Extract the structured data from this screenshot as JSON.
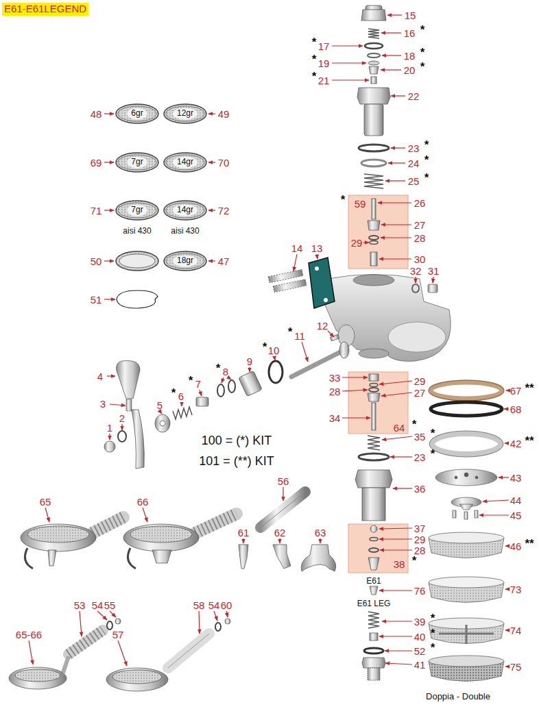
{
  "diagram": {
    "title": "E61-E61LEGEND",
    "nodes": [
      {
        "text": [
          "6gr"
        ]
      },
      {
        "text": [
          "12gr"
        ]
      },
      {
        "text": [
          "7gr"
        ]
      },
      {
        "text": [
          "14gr"
        ]
      },
      {
        "text": [
          "7gr"
        ]
      },
      {
        "text": [
          "14gr"
        ]
      },
      {
        "text": [
          "18gr"
        ]
      }
    ],
    "labels": [
      "15",
      "16",
      "*",
      "*",
      "17",
      "18",
      "*",
      "*",
      "19",
      "20",
      "*",
      "*",
      "21",
      "22",
      "48",
      "49",
      "23",
      "*",
      "69",
      "70",
      "24",
      "*",
      "25",
      "*",
      "*",
      "59",
      "26",
      "71",
      "72",
      "27",
      "aisi 430",
      "aisi 430",
      "28",
      "29",
      "14",
      "13",
      "30",
      "50",
      "47",
      "32",
      "31",
      "51",
      "12",
      "*",
      "11",
      "*",
      "10",
      "9",
      "*",
      "8",
      "4",
      "33",
      "29",
      "*",
      "7",
      "67",
      "**",
      "28",
      "27",
      "*",
      "6",
      "3",
      "5",
      "68",
      "34",
      "2",
      "64",
      "*",
      "1",
      "35",
      "*",
      "100 = (*) KIT",
      "42",
      "**",
      "23",
      "*",
      "101 = (**) KIT",
      "43",
      "56",
      "36",
      "44",
      "65",
      "66",
      "45",
      "37",
      "61",
      "62",
      "63",
      "29",
      "46",
      "**",
      "28",
      "38",
      "*",
      "E61",
      "76",
      "73",
      "E61 LEG",
      "53",
      "54",
      "55",
      "58",
      "54",
      "60",
      "39",
      "*",
      "74",
      "65-66",
      "57",
      "40",
      "*",
      "52",
      "*",
      "41",
      "75",
      "Doppia - Double"
    ]
  }
}
